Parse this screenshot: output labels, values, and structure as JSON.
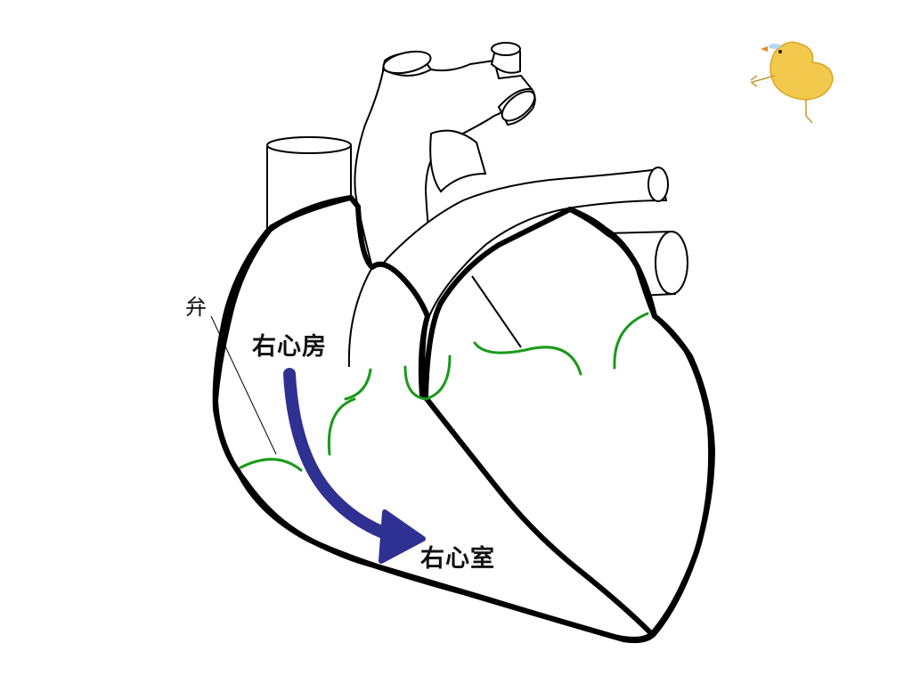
{
  "diagram": {
    "labels": {
      "valve": "弁",
      "right_atrium": "右心房",
      "right_ventricle": "右心室"
    },
    "colors": {
      "outline": "#000000",
      "heart_border": "#000000",
      "valve": "#1a9a1a",
      "flow_arrow": "#2e3192",
      "chick_body": "#f2c94c",
      "chick_outline": "#d9a520"
    },
    "icons": {
      "flow_arrow": "curved-arrow-icon",
      "mascot": "chick-icon"
    }
  }
}
